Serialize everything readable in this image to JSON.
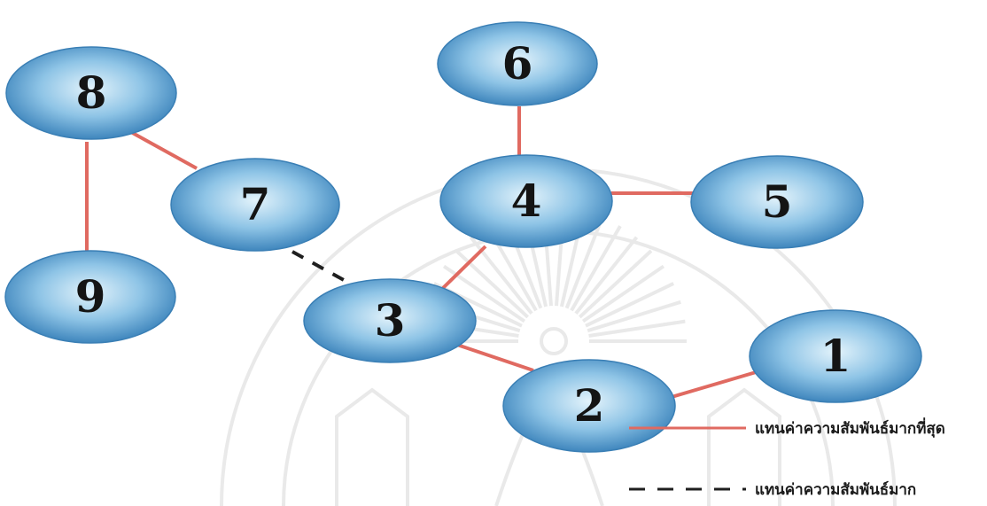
{
  "diagram": {
    "colors": {
      "node_fill_center": "#e3f3fb",
      "node_fill_mid": "#8ec4e6",
      "node_fill_edge": "#3f86bd",
      "strong_edge": "#e06a61",
      "weak_edge": "#1f1f1f",
      "watermark": "#d9d9d9"
    },
    "nodes": [
      {
        "id": "1",
        "label": "1"
      },
      {
        "id": "2",
        "label": "2"
      },
      {
        "id": "3",
        "label": "3"
      },
      {
        "id": "4",
        "label": "4"
      },
      {
        "id": "5",
        "label": "5"
      },
      {
        "id": "6",
        "label": "6"
      },
      {
        "id": "7",
        "label": "7"
      },
      {
        "id": "8",
        "label": "8"
      },
      {
        "id": "9",
        "label": "9"
      }
    ],
    "edges": [
      {
        "from": "8",
        "to": "9",
        "type": "strongest"
      },
      {
        "from": "8",
        "to": "7",
        "type": "strongest"
      },
      {
        "from": "7",
        "to": "3",
        "type": "strong"
      },
      {
        "from": "6",
        "to": "4",
        "type": "strongest"
      },
      {
        "from": "4",
        "to": "5",
        "type": "strongest"
      },
      {
        "from": "4",
        "to": "3",
        "type": "strongest"
      },
      {
        "from": "3",
        "to": "2",
        "type": "strongest"
      },
      {
        "from": "2",
        "to": "1",
        "type": "strongest"
      }
    ],
    "legend": [
      {
        "type": "strongest",
        "label": "แทนค่าความสัมพันธ์มากที่สุด"
      },
      {
        "type": "strong",
        "label": "แทนค่าความสัมพันธ์มาก"
      }
    ]
  }
}
